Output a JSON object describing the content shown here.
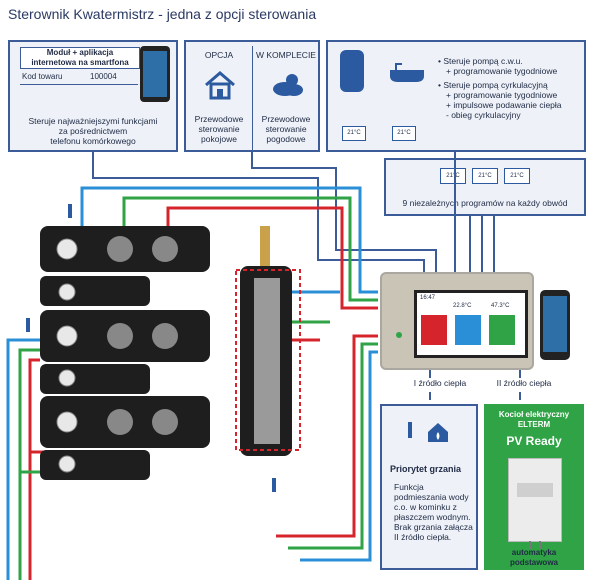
{
  "title": "Sterownik Kwatermistrz - jedna z opcji sterowania",
  "module_box": {
    "heading_line1": "Moduł + aplikacja",
    "heading_line2": "internetowa na smartfona",
    "code_label": "Kod towaru",
    "code_value": "100004",
    "desc_line1": "Steruje najważniejszymi funkcjami",
    "desc_line2": "za pośrednictwem",
    "desc_line3": "telefonu komórkowego"
  },
  "option_box": {
    "col1_head": "OPCJA",
    "col2_head": "W KOMPLECIE",
    "col1_line1": "Przewodowe",
    "col1_line2": "sterowanie",
    "col1_line3": "pokojowe",
    "col2_line1": "Przewodowe",
    "col2_line2": "sterowanie",
    "col2_line3": "pogodowe"
  },
  "dhw_box": {
    "b1_line1": "Steruje pompą c.w.u.",
    "b1_line2": "+ programowanie tygodniowe",
    "b2_line1": "Steruje pompą cyrkulacyjną",
    "b2_line2": "+ programowanie tygodniowe",
    "b2_line3": "+ impulsowe podawanie ciepła",
    "b2_line4": "- obieg cyrkulacyjny"
  },
  "thermostat_label": "21°C",
  "programs_text": "9 niezależnych programów na każdy obwód",
  "source1": "I źródło ciepła",
  "source2": "II źródło ciepła",
  "priority_box": {
    "title": "Priorytet grzania",
    "l1": "Funkcja",
    "l2": "podmieszania wody",
    "l3": "c.o. w kominku z",
    "l4": "płaszczem wodnym.",
    "l5": "Brak grzania załącza",
    "l6": "II źródło ciepła."
  },
  "boiler_box": {
    "l1": "Kocioł elektryczny",
    "l2": "ELTERM",
    "l3": "PV Ready",
    "l4": "automatyka",
    "l5": "podstawowa"
  },
  "controller_screen": {
    "time": "16:47",
    "temp1": "22.8°C",
    "temp2": "47.3°C"
  },
  "colors": {
    "frame": "#3b5b99",
    "red": "#d6242d",
    "green": "#2fa345",
    "blue": "#2a8fd6",
    "dark": "#1a1a1a"
  }
}
